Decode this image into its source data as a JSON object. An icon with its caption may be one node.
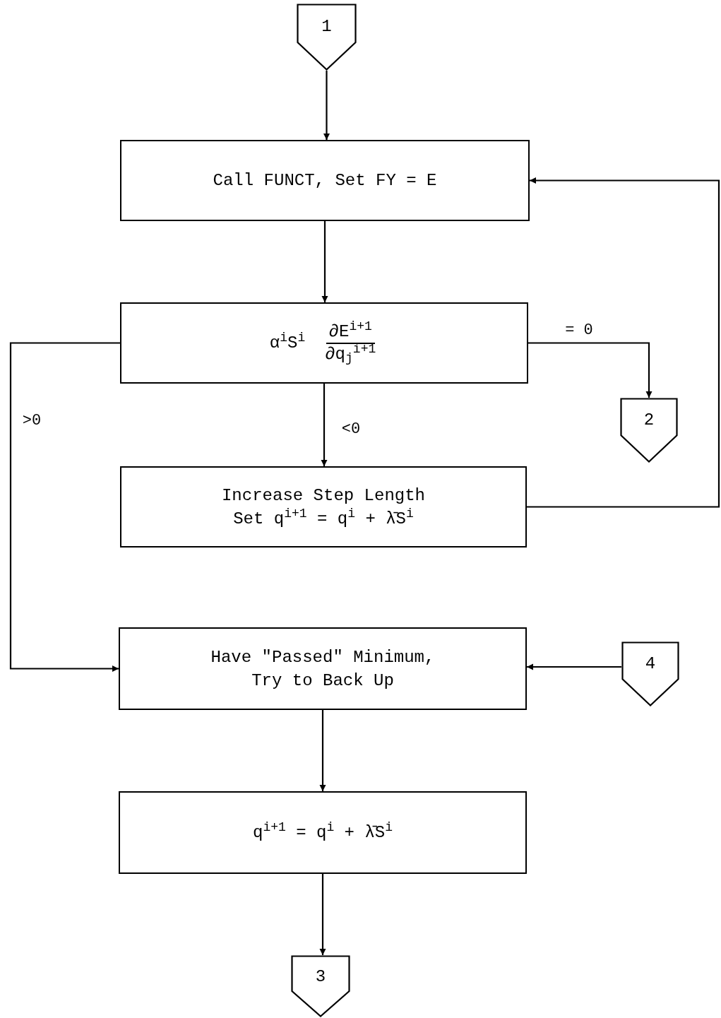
{
  "diagram": {
    "nodes": [
      {
        "text": [
          "1"
        ]
      },
      {
        "text": [
          "Call FUNCT, Set FY = E"
        ]
      },
      {
        "text": [
          "α$^{i}$S$^{i}$",
          "∂E$^{i+1}$",
          "∂q$_{j}$$^{i+1}$"
        ]
      },
      {
        "text": [
          "2"
        ]
      },
      {
        "text": [
          "Increase Step Length",
          "Set q$^{i+1}$ = q$^{i}$ + λ̄S$^{i}$"
        ]
      },
      {
        "text": [
          "Have \"Passed\" Minimum, Try to Back Up"
        ]
      },
      {
        "text": [
          "4"
        ]
      },
      {
        "text": [
          "q$^{i+1}$ = q$^{i}$ + λ̄S$^{i}$"
        ]
      },
      {
        "text": [
          "3"
        ]
      }
    ],
    "edges": [
      {
        "from": 0,
        "to": 1,
        "arrow": "to"
      },
      {
        "from": 1,
        "to": 2,
        "arrow": "to"
      },
      {
        "from": 4,
        "to": 1,
        "arrow": "to"
      },
      {
        "from": 2,
        "to": 3,
        "arrow": "to",
        "label": "= 0"
      },
      {
        "from": 2,
        "to": 4,
        "arrow": "to",
        "label": "<0"
      },
      {
        "from": 2,
        "to": 5,
        "arrow": "to",
        "label": ">0"
      },
      {
        "from": 6,
        "to": 5,
        "arrow": "to"
      },
      {
        "from": 5,
        "to": 7,
        "arrow": "to"
      },
      {
        "from": 7,
        "to": 8,
        "arrow": "to"
      }
    ]
  }
}
